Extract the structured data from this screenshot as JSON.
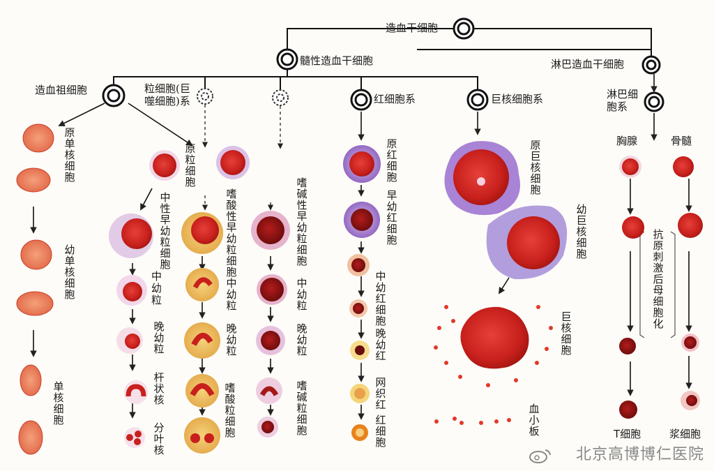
{
  "nodes": {
    "hsc": "造血干细胞",
    "myeloid_sc": "髓性造血干细胞",
    "lymph_sc": "淋巴造血干细胞",
    "progenitor": "造血祖细胞",
    "granulo": "粒细胞(巨噬细胞)系",
    "erythro": "红细胞系",
    "mega": "巨核细胞系",
    "lymph_line": "淋巴细胞系"
  },
  "mono": {
    "c1": "原单核细胞",
    "c2": "幼单核细胞",
    "c3": "单核细胞"
  },
  "neut": {
    "n1": "中性早幼粒细胞",
    "n2": "中幼粒",
    "n3": "晚幼粒",
    "n4": "杆状核",
    "n5": "分叶核"
  },
  "myeloblast": "原粒细胞",
  "eos": {
    "e1": "嗜酸性早幼粒细胞",
    "e2": "中幼粒",
    "e3": "晚幼粒",
    "e4": "嗜酸粒细胞"
  },
  "baso": {
    "b1": "嗜碱性早幼粒细胞",
    "b2": "中幼粒",
    "b3": "晚幼粒",
    "b4": "嗜碱粒细胞"
  },
  "ery": {
    "r1": "原红细胞",
    "r2": "早幼红细胞",
    "r3": "中幼红细胞",
    "r4": "晚幼红",
    "r5": "网织红",
    "r6": "红细胞"
  },
  "meg": {
    "m1": "原巨核细胞",
    "m2": "幼巨核细胞",
    "m3": "巨核细胞",
    "m4": "血小板"
  },
  "lym": {
    "thymus": "胸腺",
    "marrow": "骨髓",
    "antigen": "抗原刺激后母细胞化",
    "t": "T细胞",
    "plasma": "浆细胞"
  },
  "watermark": "北京高博博仁医院"
}
